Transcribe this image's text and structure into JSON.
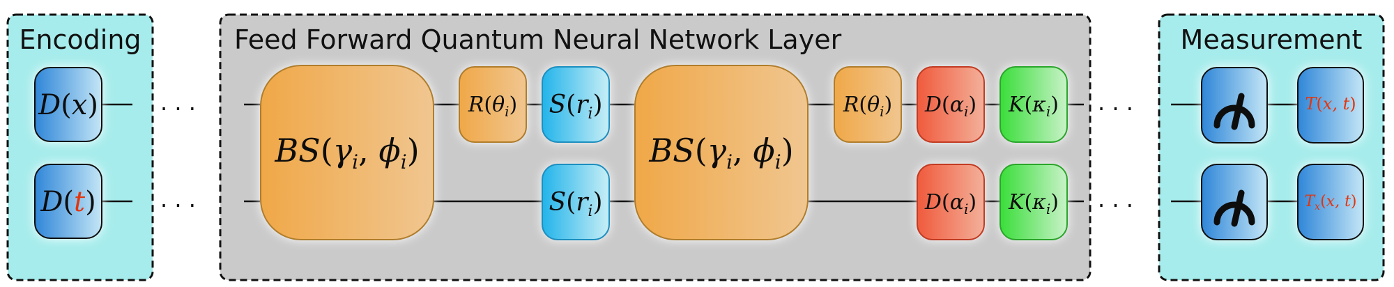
{
  "panels": {
    "encoding": "Encoding",
    "layer": "Feed Forward Quantum Neural Network Layer",
    "measurement": "Measurement"
  },
  "dots": ". . .",
  "gates": {
    "enc_top": {
      "op": "D",
      "arg": "x"
    },
    "enc_bot": {
      "op": "D",
      "arg": "t"
    },
    "bs1": {
      "op": "BS",
      "args": "γ",
      "sub1": "i",
      "arg2": "ϕ",
      "sub2": "i"
    },
    "bs2": {
      "op": "BS",
      "args": "γ",
      "sub1": "i",
      "arg2": "ϕ",
      "sub2": "i"
    },
    "rot1": {
      "op": "R",
      "arg": "θ",
      "sub": "i"
    },
    "sq1_top": {
      "op": "S",
      "arg": "r",
      "sub": "i"
    },
    "sq1_bot": {
      "op": "S",
      "arg": "r",
      "sub": "i"
    },
    "rot2": {
      "op": "R",
      "arg": "θ",
      "sub": "i"
    },
    "disp_top": {
      "op": "D",
      "arg": "α",
      "sub": "i"
    },
    "disp_bot": {
      "op": "D",
      "arg": "α",
      "sub": "i"
    },
    "kerr_top": {
      "op": "K",
      "arg": "κ",
      "sub": "i"
    },
    "kerr_bot": {
      "op": "K",
      "arg": "κ",
      "sub": "i"
    },
    "out_top": {
      "op": "T",
      "args": "x, t"
    },
    "out_bot": {
      "op": "T",
      "sub": "x",
      "args": "x, t"
    }
  },
  "colors": {
    "panel_cyan": "#a7ecec",
    "panel_gray": "#cacaca",
    "blue": "#2f86d8",
    "orange": "#f0aa50",
    "sky": "#2ab6e8",
    "red": "#f06045",
    "green": "#3fe03f",
    "output_text": "#e2360f"
  }
}
